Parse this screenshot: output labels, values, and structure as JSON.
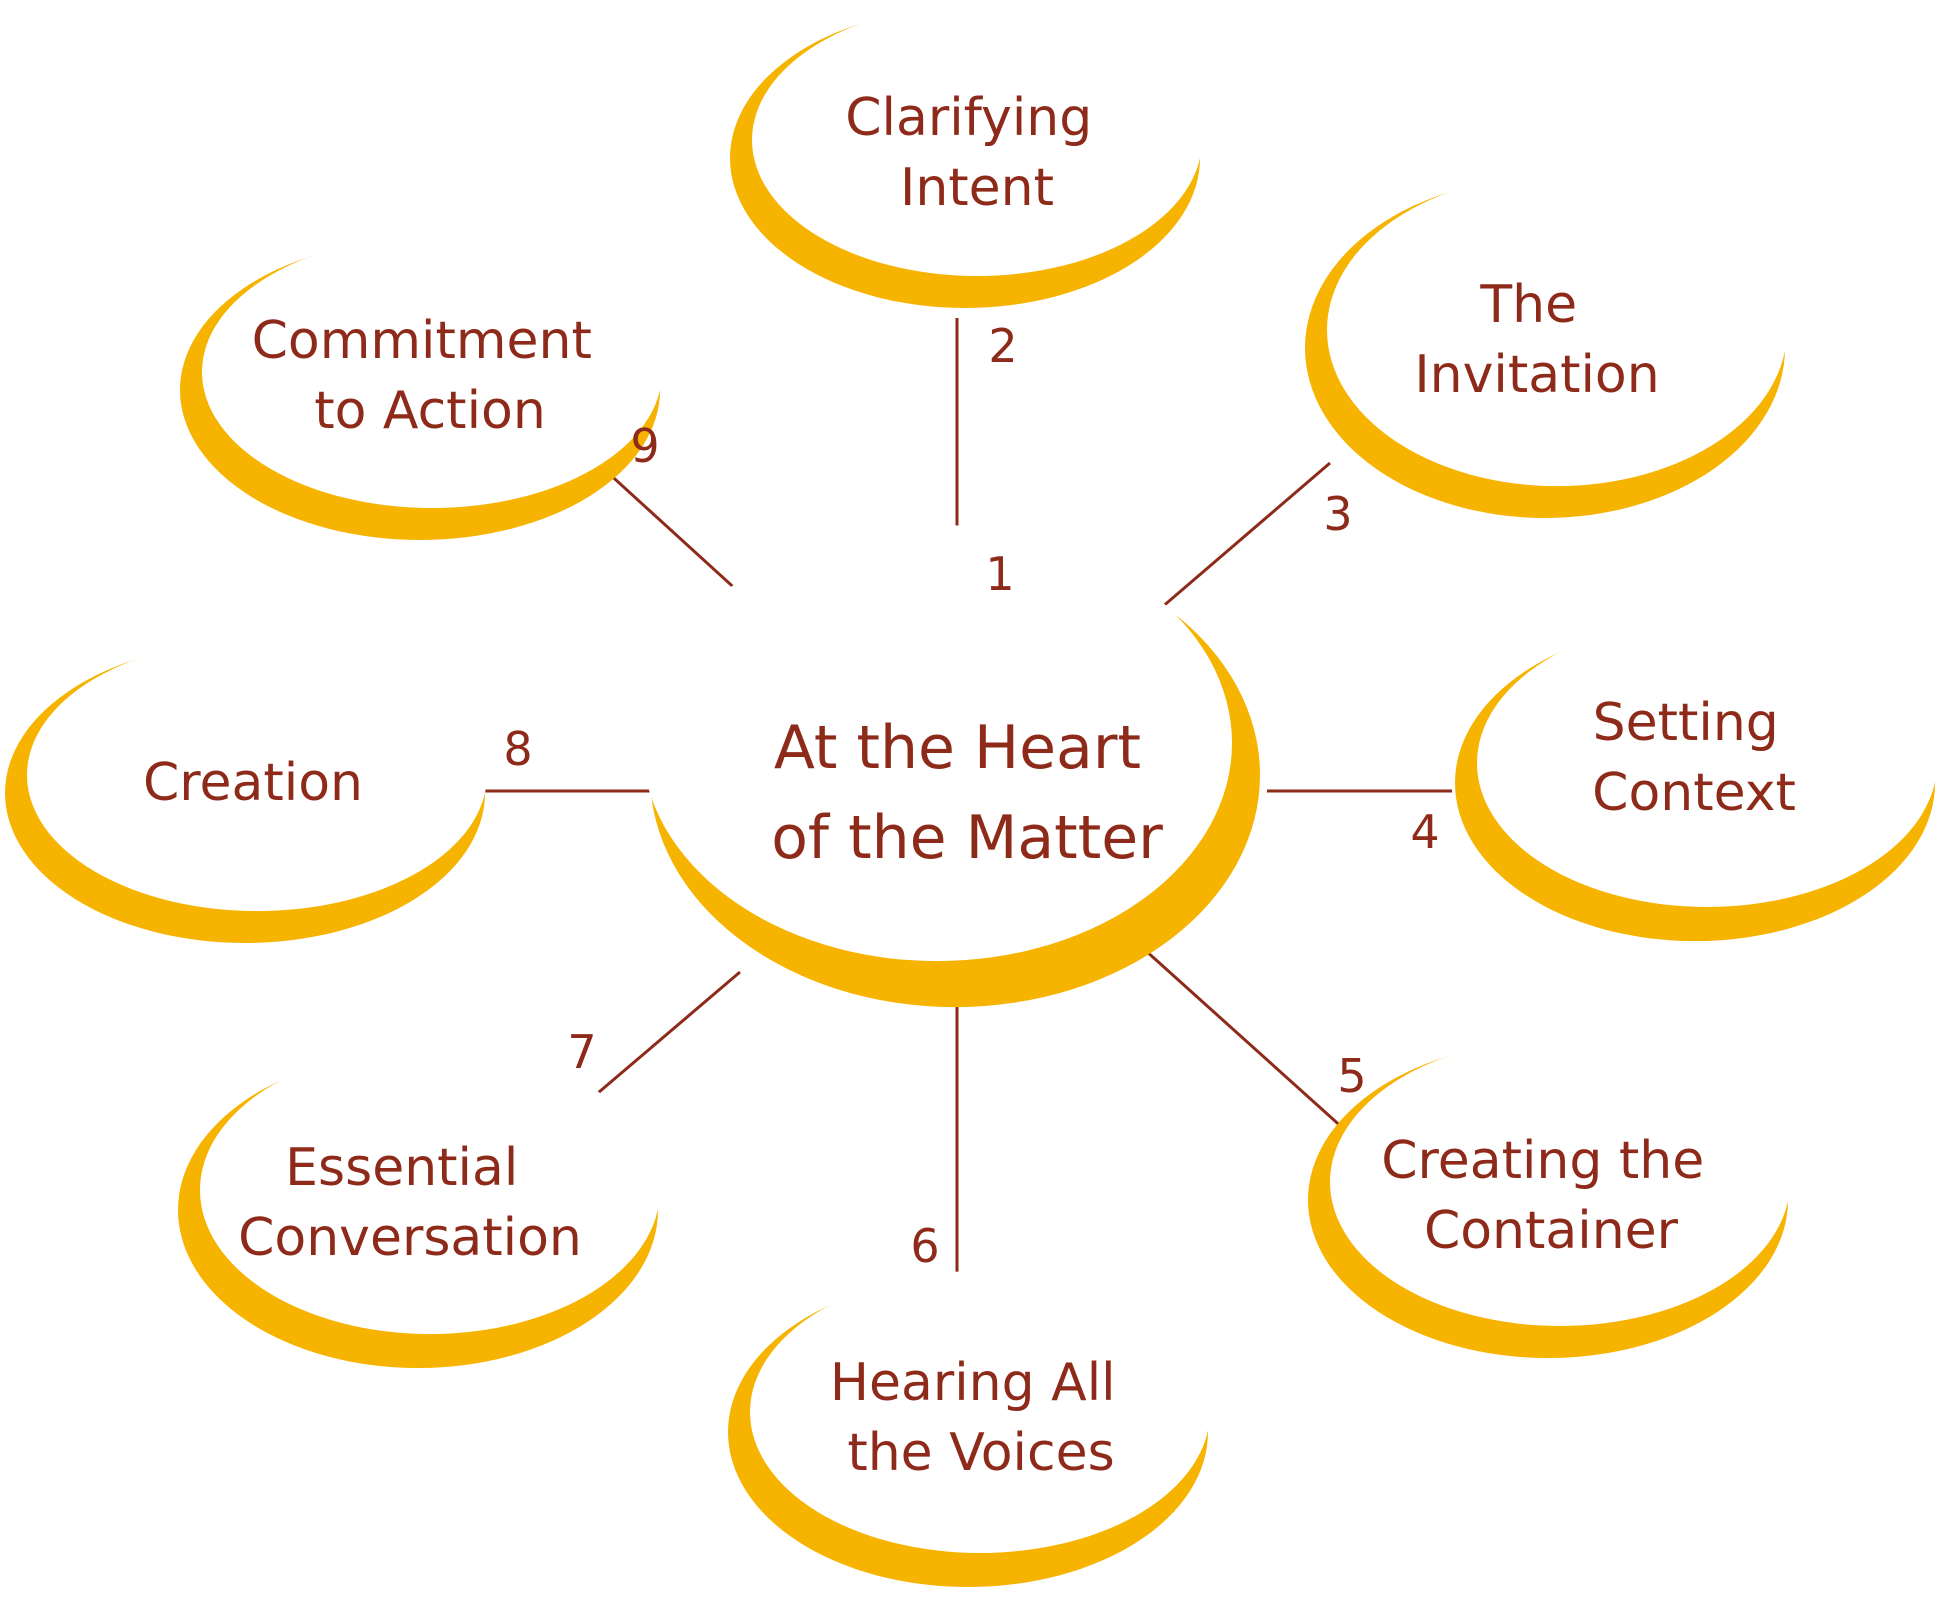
{
  "colors": {
    "accent": "#f6b300",
    "text": "#8e2a1a",
    "line": "#8e2a1a",
    "background": "#ffffff"
  },
  "center": {
    "lines": [
      "At the Heart",
      "of the Matter"
    ]
  },
  "nodes": [
    {
      "id": "clarifying-intent",
      "lines": [
        "Clarifying",
        "Intent"
      ]
    },
    {
      "id": "the-invitation",
      "lines": [
        "The",
        "Invitation"
      ]
    },
    {
      "id": "setting-context",
      "lines": [
        "Setting",
        "Context"
      ]
    },
    {
      "id": "creating-the-container",
      "lines": [
        "Creating the",
        "Container"
      ]
    },
    {
      "id": "hearing-all-the-voices",
      "lines": [
        "Hearing All",
        "the Voices"
      ]
    },
    {
      "id": "essential-conversation",
      "lines": [
        "Essential",
        "Conversation"
      ]
    },
    {
      "id": "creation",
      "lines": [
        "Creation"
      ]
    },
    {
      "id": "commitment-to-action",
      "lines": [
        "Commitment",
        "to Action"
      ]
    }
  ],
  "steps": [
    "1",
    "2",
    "3",
    "4",
    "5",
    "6",
    "7",
    "8",
    "9"
  ]
}
